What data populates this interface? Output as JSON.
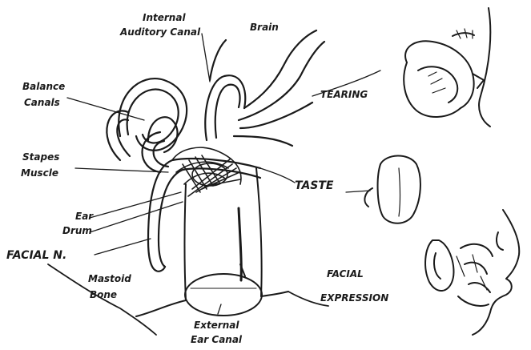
{
  "labels": {
    "internal_auditory_canal": [
      "Internal",
      "Auditory Canal"
    ],
    "brain": "Brain",
    "balance_canals": [
      "Balance",
      "Canals"
    ],
    "tearing": "TEARING",
    "stapes_muscle": [
      "Stapes",
      "Muscle"
    ],
    "taste": "TASTE",
    "ear_drum": [
      "Ear",
      "Drum"
    ],
    "facial_n": "FACIAL N.",
    "mastoid_bone": [
      "Mastoid",
      "Bone"
    ],
    "facial_expression": [
      "FACIAL",
      "EXPRESSION"
    ],
    "external_ear_canal": [
      "External",
      "Ear Canal"
    ]
  },
  "ink_color": "#1a1a1a"
}
